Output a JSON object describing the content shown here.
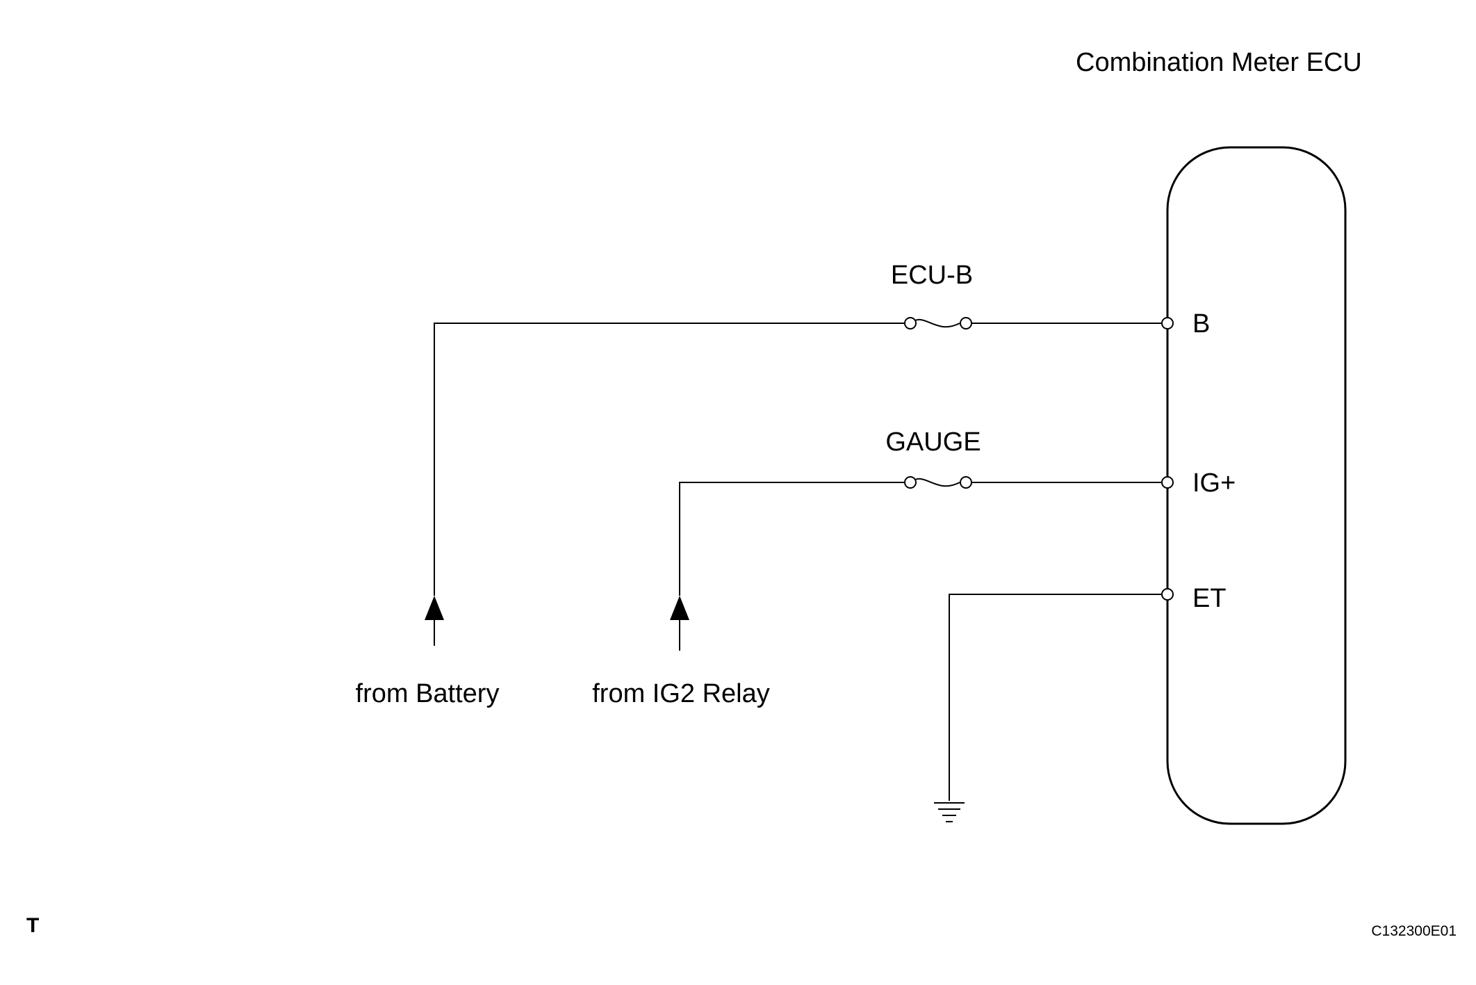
{
  "diagram": {
    "component": {
      "name": "Combination Meter ECU",
      "terminals": [
        {
          "label": "B"
        },
        {
          "label": "IG+"
        },
        {
          "label": "ET"
        }
      ]
    },
    "fuses": [
      {
        "label": "ECU-B"
      },
      {
        "label": "GAUGE"
      }
    ],
    "sources": [
      {
        "label": "from Battery"
      },
      {
        "label": "from IG2 Relay"
      }
    ],
    "corner_mark": "T",
    "figure_code": "C132300E01"
  }
}
